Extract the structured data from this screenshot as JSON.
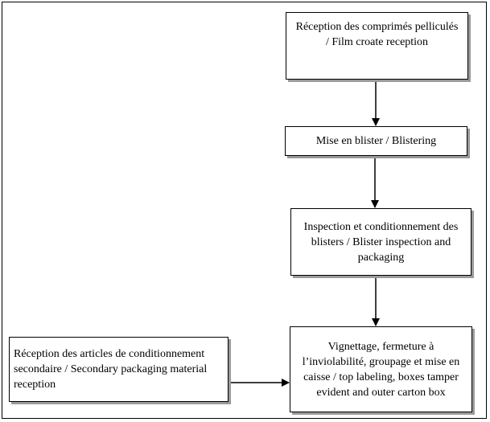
{
  "diagram": {
    "nodes": [
      {
        "id": "box1",
        "text": "Réception des comprimés pelliculés\n/ Film croate reception"
      },
      {
        "id": "box2",
        "text": "Mise en blister / Blistering"
      },
      {
        "id": "box3",
        "text": "Inspection et conditionnement des\nblisters / Blister inspection and\npackaging"
      },
      {
        "id": "box4",
        "text": "Vignettage, fermeture à\nl’inviolabilité, groupage et mise en\ncaisse / top labeling, boxes tamper\nevident and outer carton box"
      },
      {
        "id": "box5",
        "text": "Réception des articles de conditionnement\nsecondaire / Secondary packaging material\nreception"
      }
    ],
    "edges": [
      {
        "from": "box1",
        "to": "box2"
      },
      {
        "from": "box2",
        "to": "box3"
      },
      {
        "from": "box3",
        "to": "box4"
      },
      {
        "from": "box5",
        "to": "box4"
      }
    ]
  }
}
